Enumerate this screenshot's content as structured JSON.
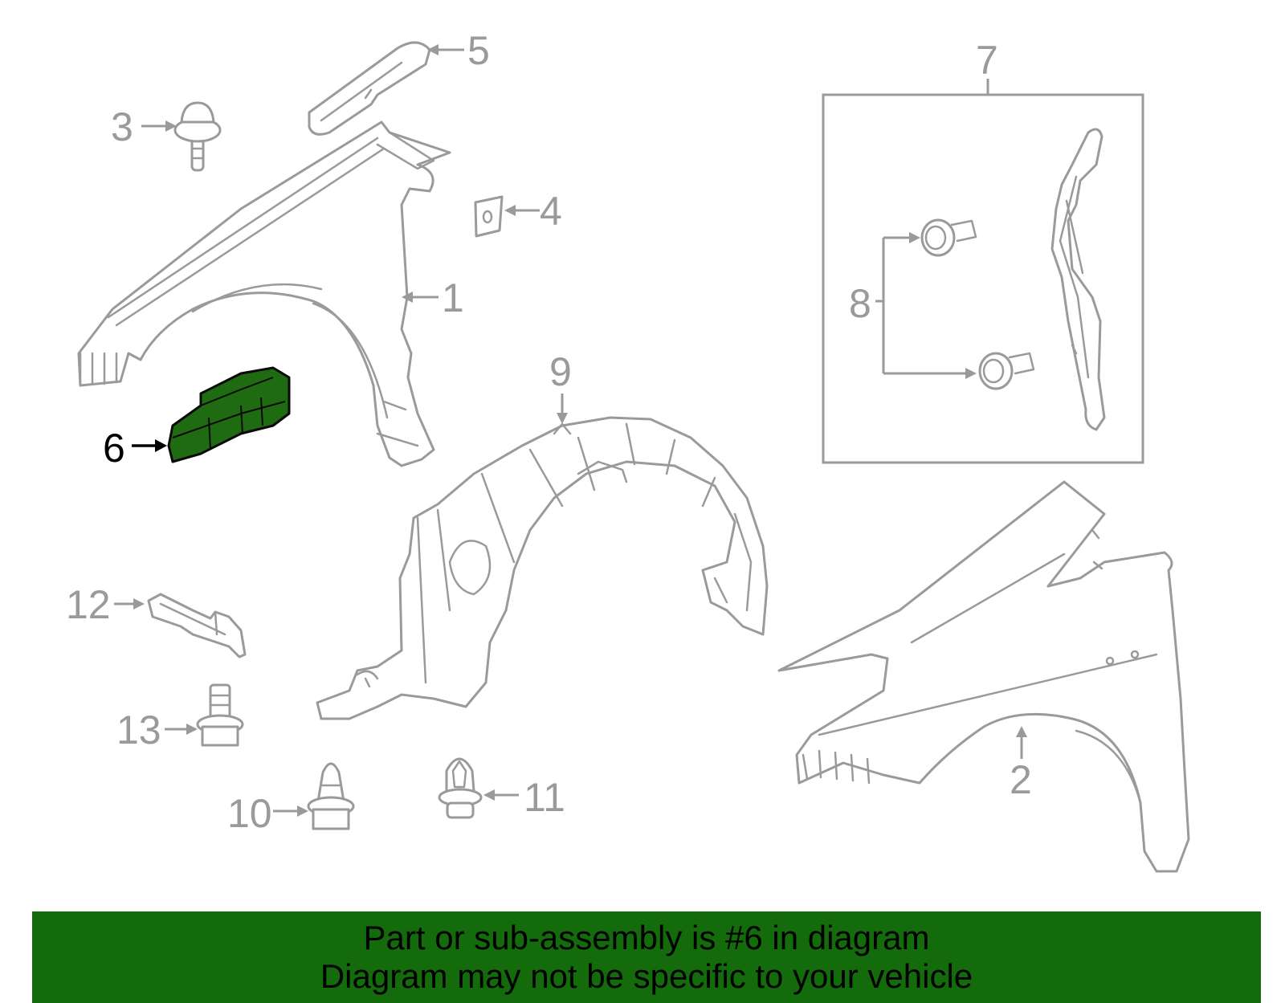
{
  "colors": {
    "banner_background": "#136b0b",
    "highlight_part": "#1f6b11",
    "line_art": "#9a9a9a",
    "highlight_text": "#000000"
  },
  "callouts": {
    "c1": "1",
    "c2": "2",
    "c3": "3",
    "c4": "4",
    "c5": "5",
    "c6": "6",
    "c7": "7",
    "c8": "8",
    "c9": "9",
    "c10": "10",
    "c11": "11",
    "c12": "12",
    "c13": "13"
  },
  "highlighted_callout": "6",
  "banner": {
    "line1": "Part or sub-assembly is #6 in diagram",
    "line2": "Diagram may not be specific to your vehicle"
  }
}
